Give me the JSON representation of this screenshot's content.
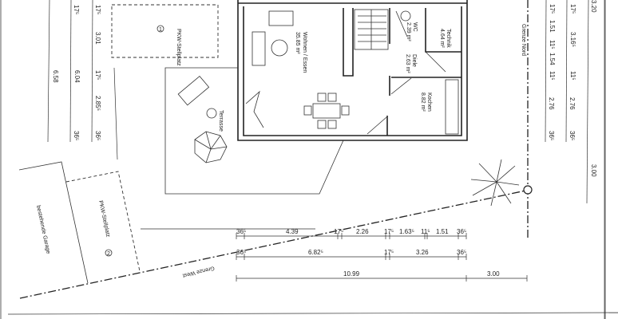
{
  "rooms": {
    "parking_1": {
      "label": "PKW-Stellplatz",
      "number": "1"
    },
    "parking_2": {
      "label": "PKW-Stellplatz",
      "number": "2"
    },
    "living": {
      "label": "Wohnen / Essen",
      "area": "35.85 m²"
    },
    "terrace": {
      "label": "Terrasse"
    },
    "wc": {
      "label": "WC",
      "area": "2.39 m²"
    },
    "technik": {
      "label": "Technik",
      "area": "4.64 m²"
    },
    "diele": {
      "label": "Diele",
      "area": "2.63 m²"
    },
    "kochen": {
      "label": "Kochen",
      "area": "8.82 m²"
    },
    "garage": {
      "label": "bestehende Garage"
    }
  },
  "boundaries": {
    "north": "Grenze Nord",
    "west": "Grenze West"
  },
  "dimensions": {
    "left_1": [
      "6.58"
    ],
    "left_2": [
      "17⁵",
      "6.04",
      "36⁵"
    ],
    "left_3": [
      "17⁵",
      "3.01",
      "17⁵",
      "2.85⁵",
      "36⁵"
    ],
    "right_1": [
      "17⁵",
      "1.51",
      "11⁵",
      "1.54",
      "11⁵",
      "2.76",
      "36⁵"
    ],
    "right_2": [
      "17⁵",
      "3.16⁵",
      "11⁵",
      "2.76",
      "36⁵"
    ],
    "right_3": [
      "3.20",
      "3.00"
    ],
    "bottom_1": [
      "36⁵",
      "4.39",
      "17⁵",
      "2.26",
      "17⁵",
      "1.63⁵",
      "11⁵",
      "1.51",
      "36⁵"
    ],
    "bottom_2": [
      "36⁵",
      "6.82⁵",
      "17⁵",
      "3.26",
      "36⁵"
    ],
    "bottom_3": [
      "10.99",
      "3.00"
    ]
  }
}
